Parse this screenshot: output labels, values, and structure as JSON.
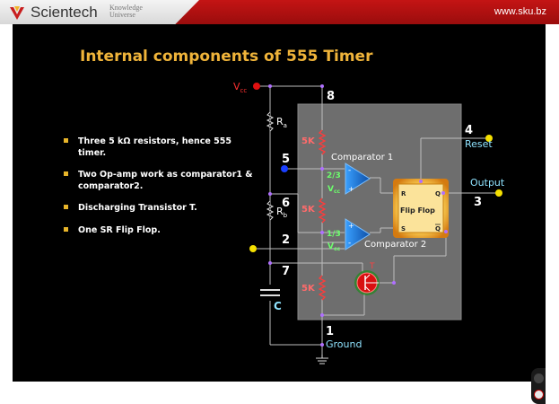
{
  "header": {
    "brand": "Scientech",
    "tagline_line1": "Knowledge",
    "tagline_line2": "Universe",
    "site": "www.sku.bz"
  },
  "slide": {
    "title": "Internal components of 555 Timer",
    "bullets": [
      "Three 5 kΩ resistors, hence 555 timer.",
      "Two Op-amp work as comparator1 & comparator2.",
      "Discharging Transistor T.",
      "One SR Flip Flop."
    ]
  },
  "circuit": {
    "vcc": "V",
    "vcc_sub": "cc",
    "ra": "R",
    "ra_sub": "a",
    "rb": "R",
    "rb_sub": "b",
    "cap": "C",
    "ground": "Ground",
    "reset": "Reset",
    "output": "Output",
    "pins": {
      "p8": "8",
      "p4": "4",
      "p5": "5",
      "p6": "6",
      "p2": "2",
      "p7": "7",
      "p1": "1",
      "p3": "3"
    },
    "resistor_label": "5K",
    "comparator1": "Comparator 1",
    "comparator2": "Comparator 2",
    "frac1": "2/3",
    "frac2": "1/3",
    "vcc_small": "V",
    "vcc_small_sub": "cc",
    "flipflop": "Flip Flop",
    "ff_r": "R",
    "ff_s": "S",
    "ff_q": "Q",
    "ff_qbar": "Q",
    "transistor": "T",
    "op_plus": "+",
    "op_minus": "-"
  },
  "colors": {
    "wire": "#bbbbbb",
    "node_purple": "#b070ff",
    "title": "#f0b43a",
    "resistor_label": "#ff7070",
    "comparator_fill": "#1b6fd1",
    "flipflop_fill": "#f5d470",
    "red_node": "#e01010",
    "yellow_node": "#f5e000",
    "blue_node": "#1a3fff",
    "cyan_text": "#8fe3ff"
  }
}
